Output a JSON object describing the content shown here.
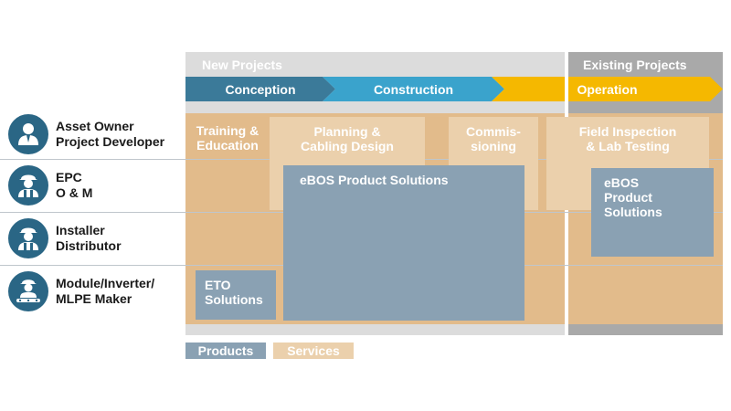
{
  "phases": {
    "new_projects": "New Projects",
    "existing_projects": "Existing Projects"
  },
  "stages": [
    {
      "label": "Conception",
      "color": "#3b7a99"
    },
    {
      "label": "Construction",
      "color": "#3aa3cc"
    },
    {
      "label": "Operation",
      "color": "#f5b800"
    }
  ],
  "roles": [
    {
      "line1": "Asset Owner",
      "line2": "Project Developer",
      "icon": "business-person-icon"
    },
    {
      "line1": "EPC",
      "line2": "O & M",
      "icon": "worker-hardhat-icon"
    },
    {
      "line1": "Installer",
      "line2": "Distributor",
      "icon": "worker-hardhat-icon"
    },
    {
      "line1": "Module/Inverter/",
      "line2": "MLPE Maker",
      "icon": "factory-worker-icon"
    }
  ],
  "services": {
    "training": {
      "line1": "Training &",
      "line2": "Education"
    },
    "planning": {
      "line1": "Planning &",
      "line2": "Cabling Design"
    },
    "commissioning": {
      "line1": "Commis-",
      "line2": "sioning"
    },
    "field_inspection": {
      "line1": "Field Inspection",
      "line2": "& Lab Testing"
    }
  },
  "products": {
    "ebos_main": "eBOS Product Solutions",
    "ebos_right": {
      "line1": "eBOS",
      "line2": "Product",
      "line3": "Solutions"
    },
    "eto": {
      "line1": "ETO",
      "line2": "Solutions"
    }
  },
  "legend": {
    "products": "Products",
    "services": "Services",
    "products_color": "#8aa1b3",
    "services_color": "#ebd0ac"
  }
}
